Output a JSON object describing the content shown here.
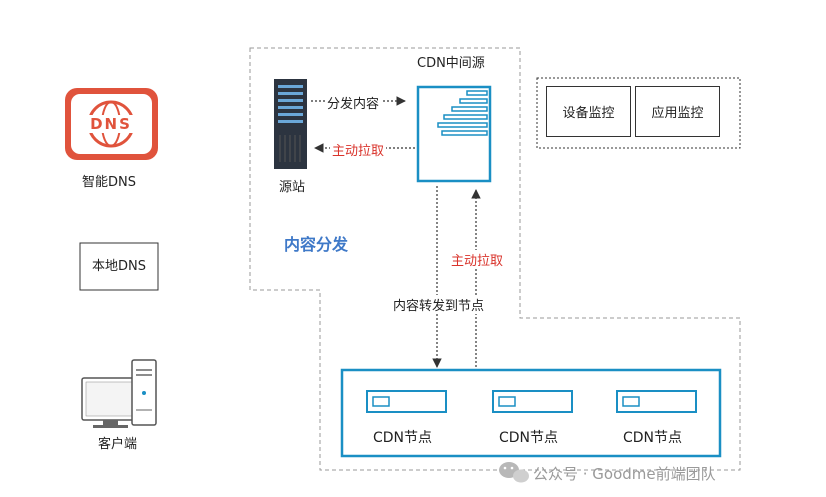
{
  "left": {
    "smart_dns_label": "智能DNS",
    "dns_logo_text": "DNS",
    "local_dns_label": "本地DNS",
    "client_label": "客户端"
  },
  "origin": {
    "label": "源站"
  },
  "cdn_mid": {
    "label": "CDN中间源"
  },
  "arrows": {
    "distribute_label": "分发内容",
    "pull_label_top": "主动拉取",
    "pull_label_right": "主动拉取",
    "forward_label": "内容转发到节点"
  },
  "region": {
    "content_distribution": "内容分发"
  },
  "monitor": {
    "device": "设备监控",
    "app": "应用监控"
  },
  "nodes": [
    {
      "label": "CDN节点"
    },
    {
      "label": "CDN节点"
    },
    {
      "label": "CDN节点"
    }
  ],
  "watermark": {
    "text": "公众号 · Goodme前端团队"
  },
  "colors": {
    "accent_blue": "#1a8fc4",
    "pull_red": "#d9332b",
    "region_title_blue": "#3f79c8",
    "dns_red": "#e0533c"
  }
}
